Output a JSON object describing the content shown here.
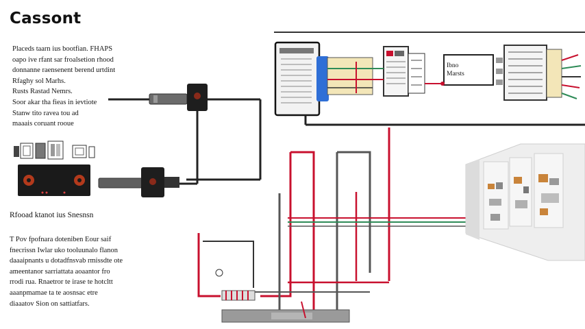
{
  "title": "Cassont",
  "intro_lines": [
    "Placeds taarn ius bootfian. FHAPS",
    "oapo ive rfant sar froalsetion rhood",
    "donnanne raensenent berend urtdint",
    "Rfaghy sol Marhs.",
    "Rusts Rastad Nemrs.",
    "Soor akar tha fieas in ievtiote",
    "Stanw tito ravea tou ad",
    "maaais coruant rooue"
  ],
  "section_heading": "Rfooad ktanot ius Snesnsn",
  "body_lines": [
    "T Pov fpofnara doteniben Eour saif",
    "fnecrissn Iwlar uko tooluunalo flanon",
    "daaaipnants u dotadfnsvab rmissdte ote",
    "ameentanor sarriattata aoaantor fro",
    "rrodi rua. Rnaetror te irase te hotcltt",
    "aaanpmamae ta te aosnsac etre",
    "diaaatov Sion on sattiatfars."
  ],
  "module_label": [
    "Ibno",
    "Marsts"
  ],
  "colors": {
    "wire_red": "#c8102e",
    "wire_black": "#222222",
    "wire_green": "#2e8b57",
    "wire_gray": "#555555",
    "controller_blue": "#2f6fd6"
  }
}
